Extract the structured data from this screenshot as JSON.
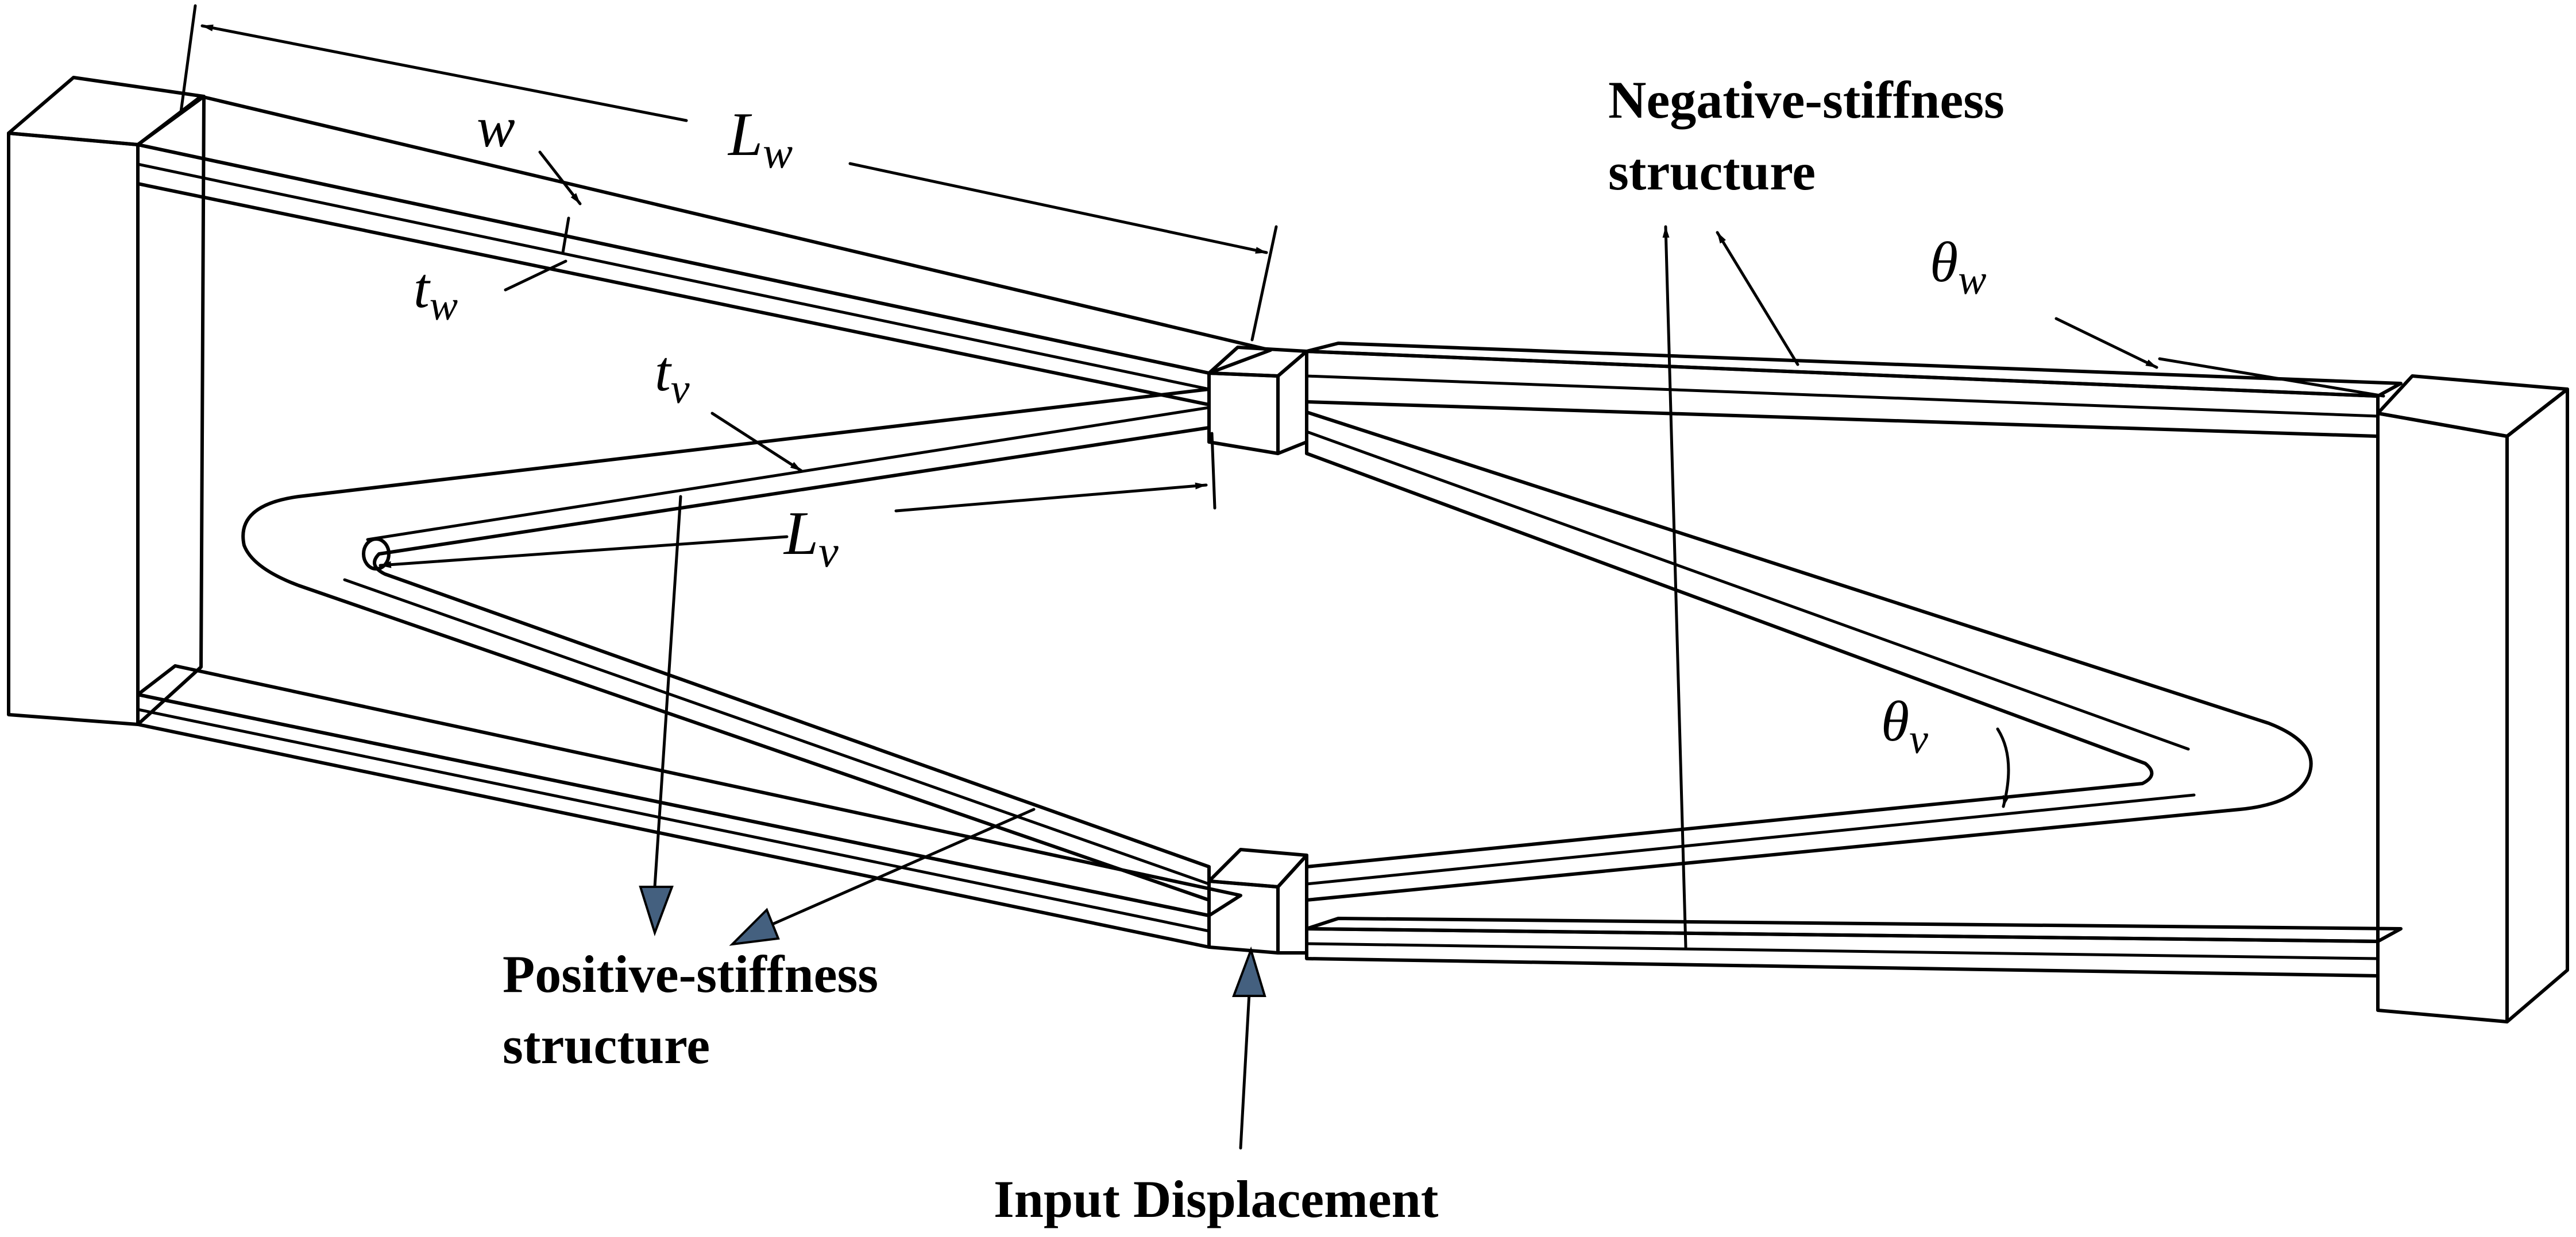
{
  "labels": {
    "negative_line1": "Negative-stiffness",
    "negative_line2": "structure",
    "positive_line1": "Positive-stiffness",
    "positive_line2": "structure",
    "input": "Input Displacement"
  },
  "symbols": {
    "L_main": "L",
    "L_w_sub": "w",
    "L_v_sub": "v",
    "w": "w",
    "t_main": "t",
    "t_w_sub": "w",
    "t_v_sub": "v",
    "theta_main": "θ",
    "theta_w_sub": "w",
    "theta_v_sub": "v"
  },
  "colors": {
    "block_front": "#d9d9d9",
    "block_side": "#ebebeb",
    "beam_light": "#b6e0f7",
    "beam_dark": "#7aaee0",
    "arrow_fill": "#44607f"
  }
}
